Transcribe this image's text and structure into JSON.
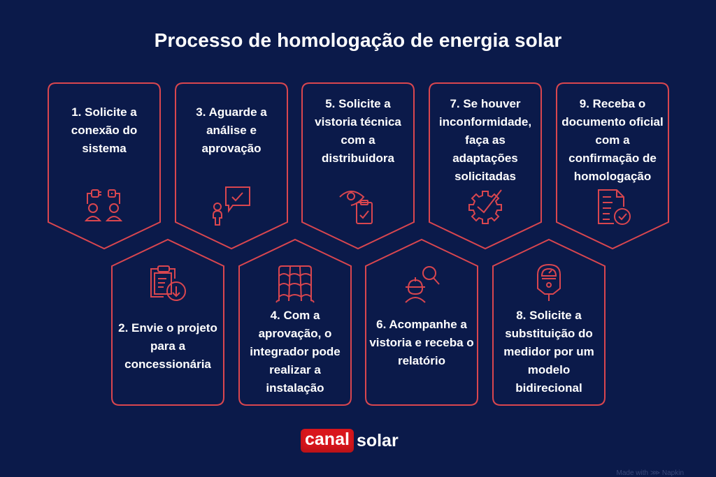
{
  "title": "Processo de homologação de energia solar",
  "colors": {
    "background": "#0b1a4a",
    "accent": "#d9464f",
    "text": "#ffffff",
    "logo_red": "#d9161c"
  },
  "steps": [
    {
      "label": "1. Solicite a conexão do sistema",
      "icon": "plug-connection-people-icon"
    },
    {
      "label": "2. Envie o projeto para a concessionária",
      "icon": "clipboard-download-icon"
    },
    {
      "label": "3. Aguarde a análise e aprovação",
      "icon": "person-approval-bubble-icon"
    },
    {
      "label": "4. Com a aprovação, o integrador pode realizar a instalação",
      "icon": "roof-tiles-icon"
    },
    {
      "label": "5. Solicite a vistoria técnica com a distribuidora",
      "icon": "eye-clipboard-check-icon"
    },
    {
      "label": "6. Acompanhe a vistoria e receba o relatório",
      "icon": "inspector-magnifier-icon"
    },
    {
      "label": "7. Se houver inconformidade, faça as adaptações solicitadas",
      "icon": "gear-check-icon"
    },
    {
      "label": "8. Solicite a substituição do medidor por um modelo bidirecional",
      "icon": "meter-icon"
    },
    {
      "label": "9. Receba o documento oficial com a confirmação de homologação",
      "icon": "document-check-icon"
    }
  ],
  "logo": {
    "part1": "canal",
    "part2": "solar"
  },
  "watermark": "Made with ⋙ Napkin"
}
